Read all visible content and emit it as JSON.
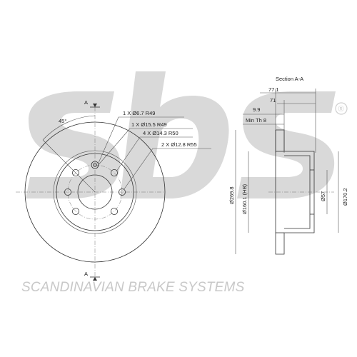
{
  "watermark": {
    "logo_text": "sbs",
    "registered_mark": "®",
    "brand_line": "SCANDINAVIAN BRAKE SYSTEMS",
    "color": "#d0d0d0"
  },
  "front_view": {
    "section_marker_top": "A",
    "section_marker_bottom": "A",
    "angle_label": "45°",
    "callouts": [
      "1 X Ø6.7 R49",
      "1 X Ø15.5 R49",
      "4 X Ø14.3 R50",
      "2 X Ø12.8 R55"
    ]
  },
  "section_view": {
    "title": "Section A-A",
    "dim_overall_width": "77.1",
    "dim_inner_width": "71",
    "dim_thickness": "9.9",
    "min_thickness": "Min Th 8",
    "dim_outer_diameter": "Ø269.8",
    "dim_hub_bore_diameter": "Ø160.1 (HB)",
    "dim_center_bore": "Ø57",
    "dim_hat_diameter": "Ø170.2"
  }
}
